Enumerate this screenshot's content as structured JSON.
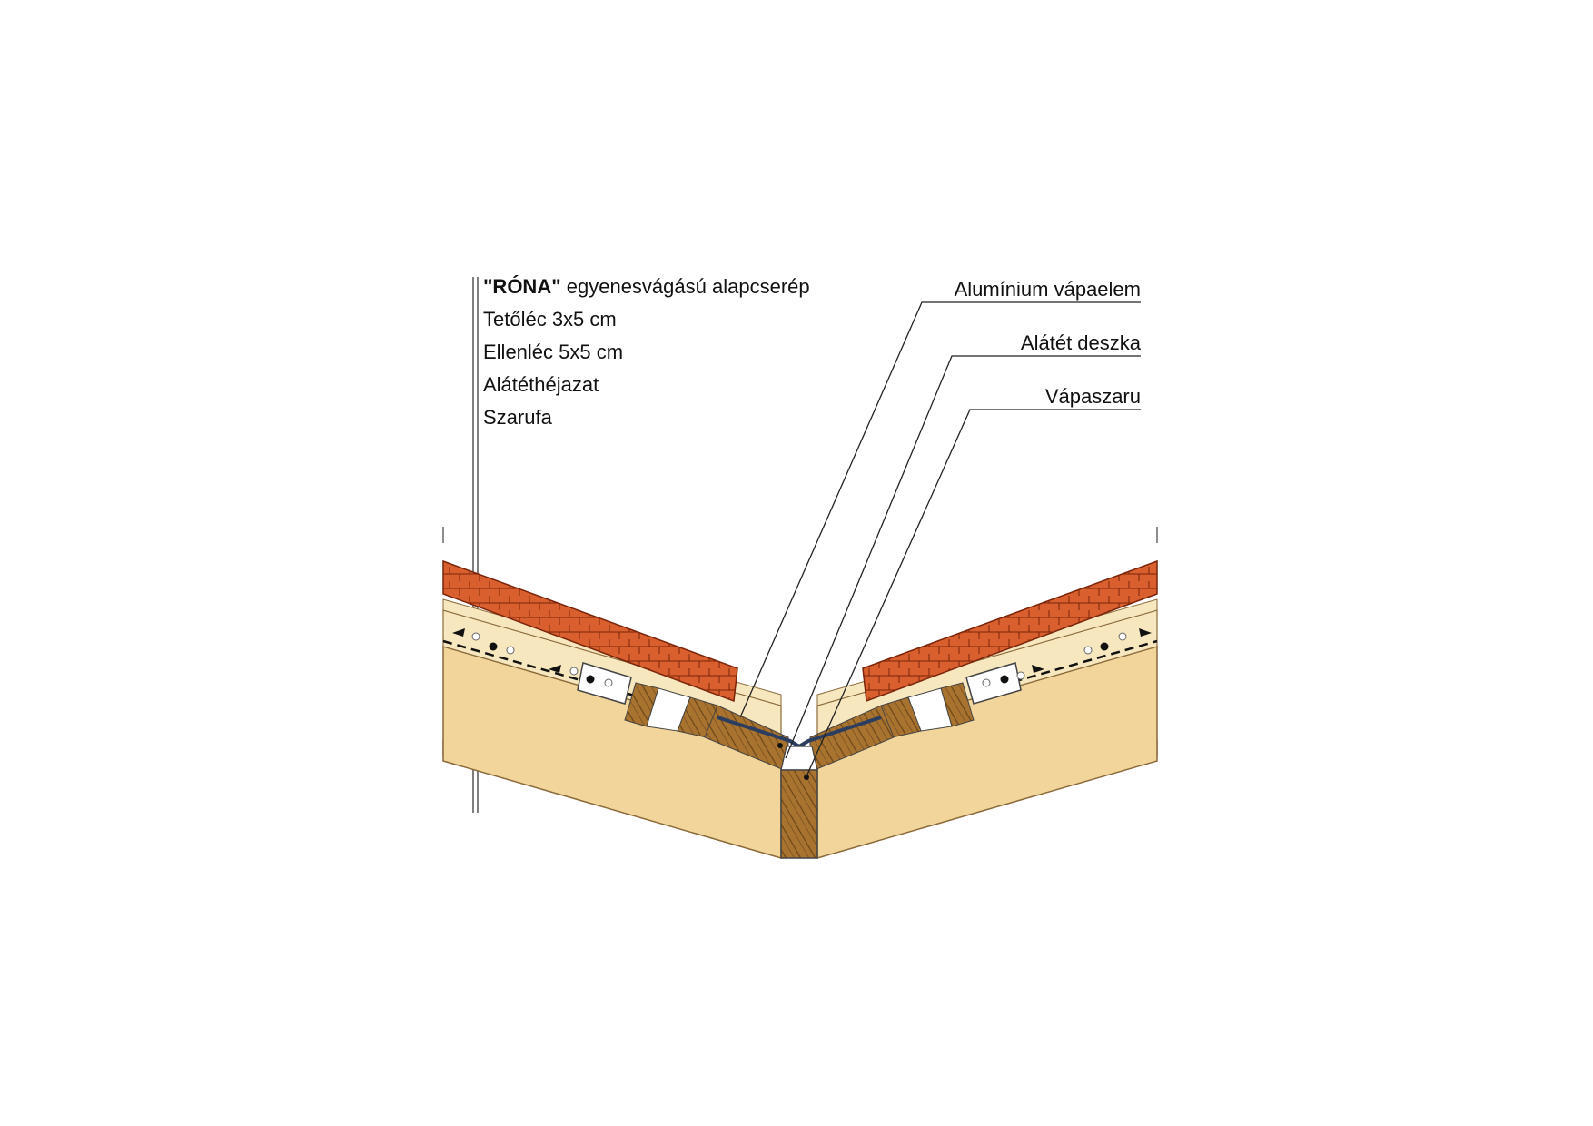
{
  "legend_left": {
    "line1_bold": "\"RÓNA\"",
    "line1_rest": " egyenesvágású alapcserép",
    "line2": "Tetőléc 3x5 cm",
    "line3": "Ellenléc 5x5 cm",
    "line4": "Alátéthéjazat",
    "line5": "Szarufa"
  },
  "callouts": {
    "aluminium": "Alumínium vápaelem",
    "deszka": "Alátét deszka",
    "vapaszaru": "Vápaszaru"
  },
  "colors": {
    "tile": "#d9602e",
    "tile_dark": "#8a2a0e",
    "wood": "#f2d59a",
    "wood_dark": "#a8732f",
    "batten": "#f7e7bf"
  }
}
